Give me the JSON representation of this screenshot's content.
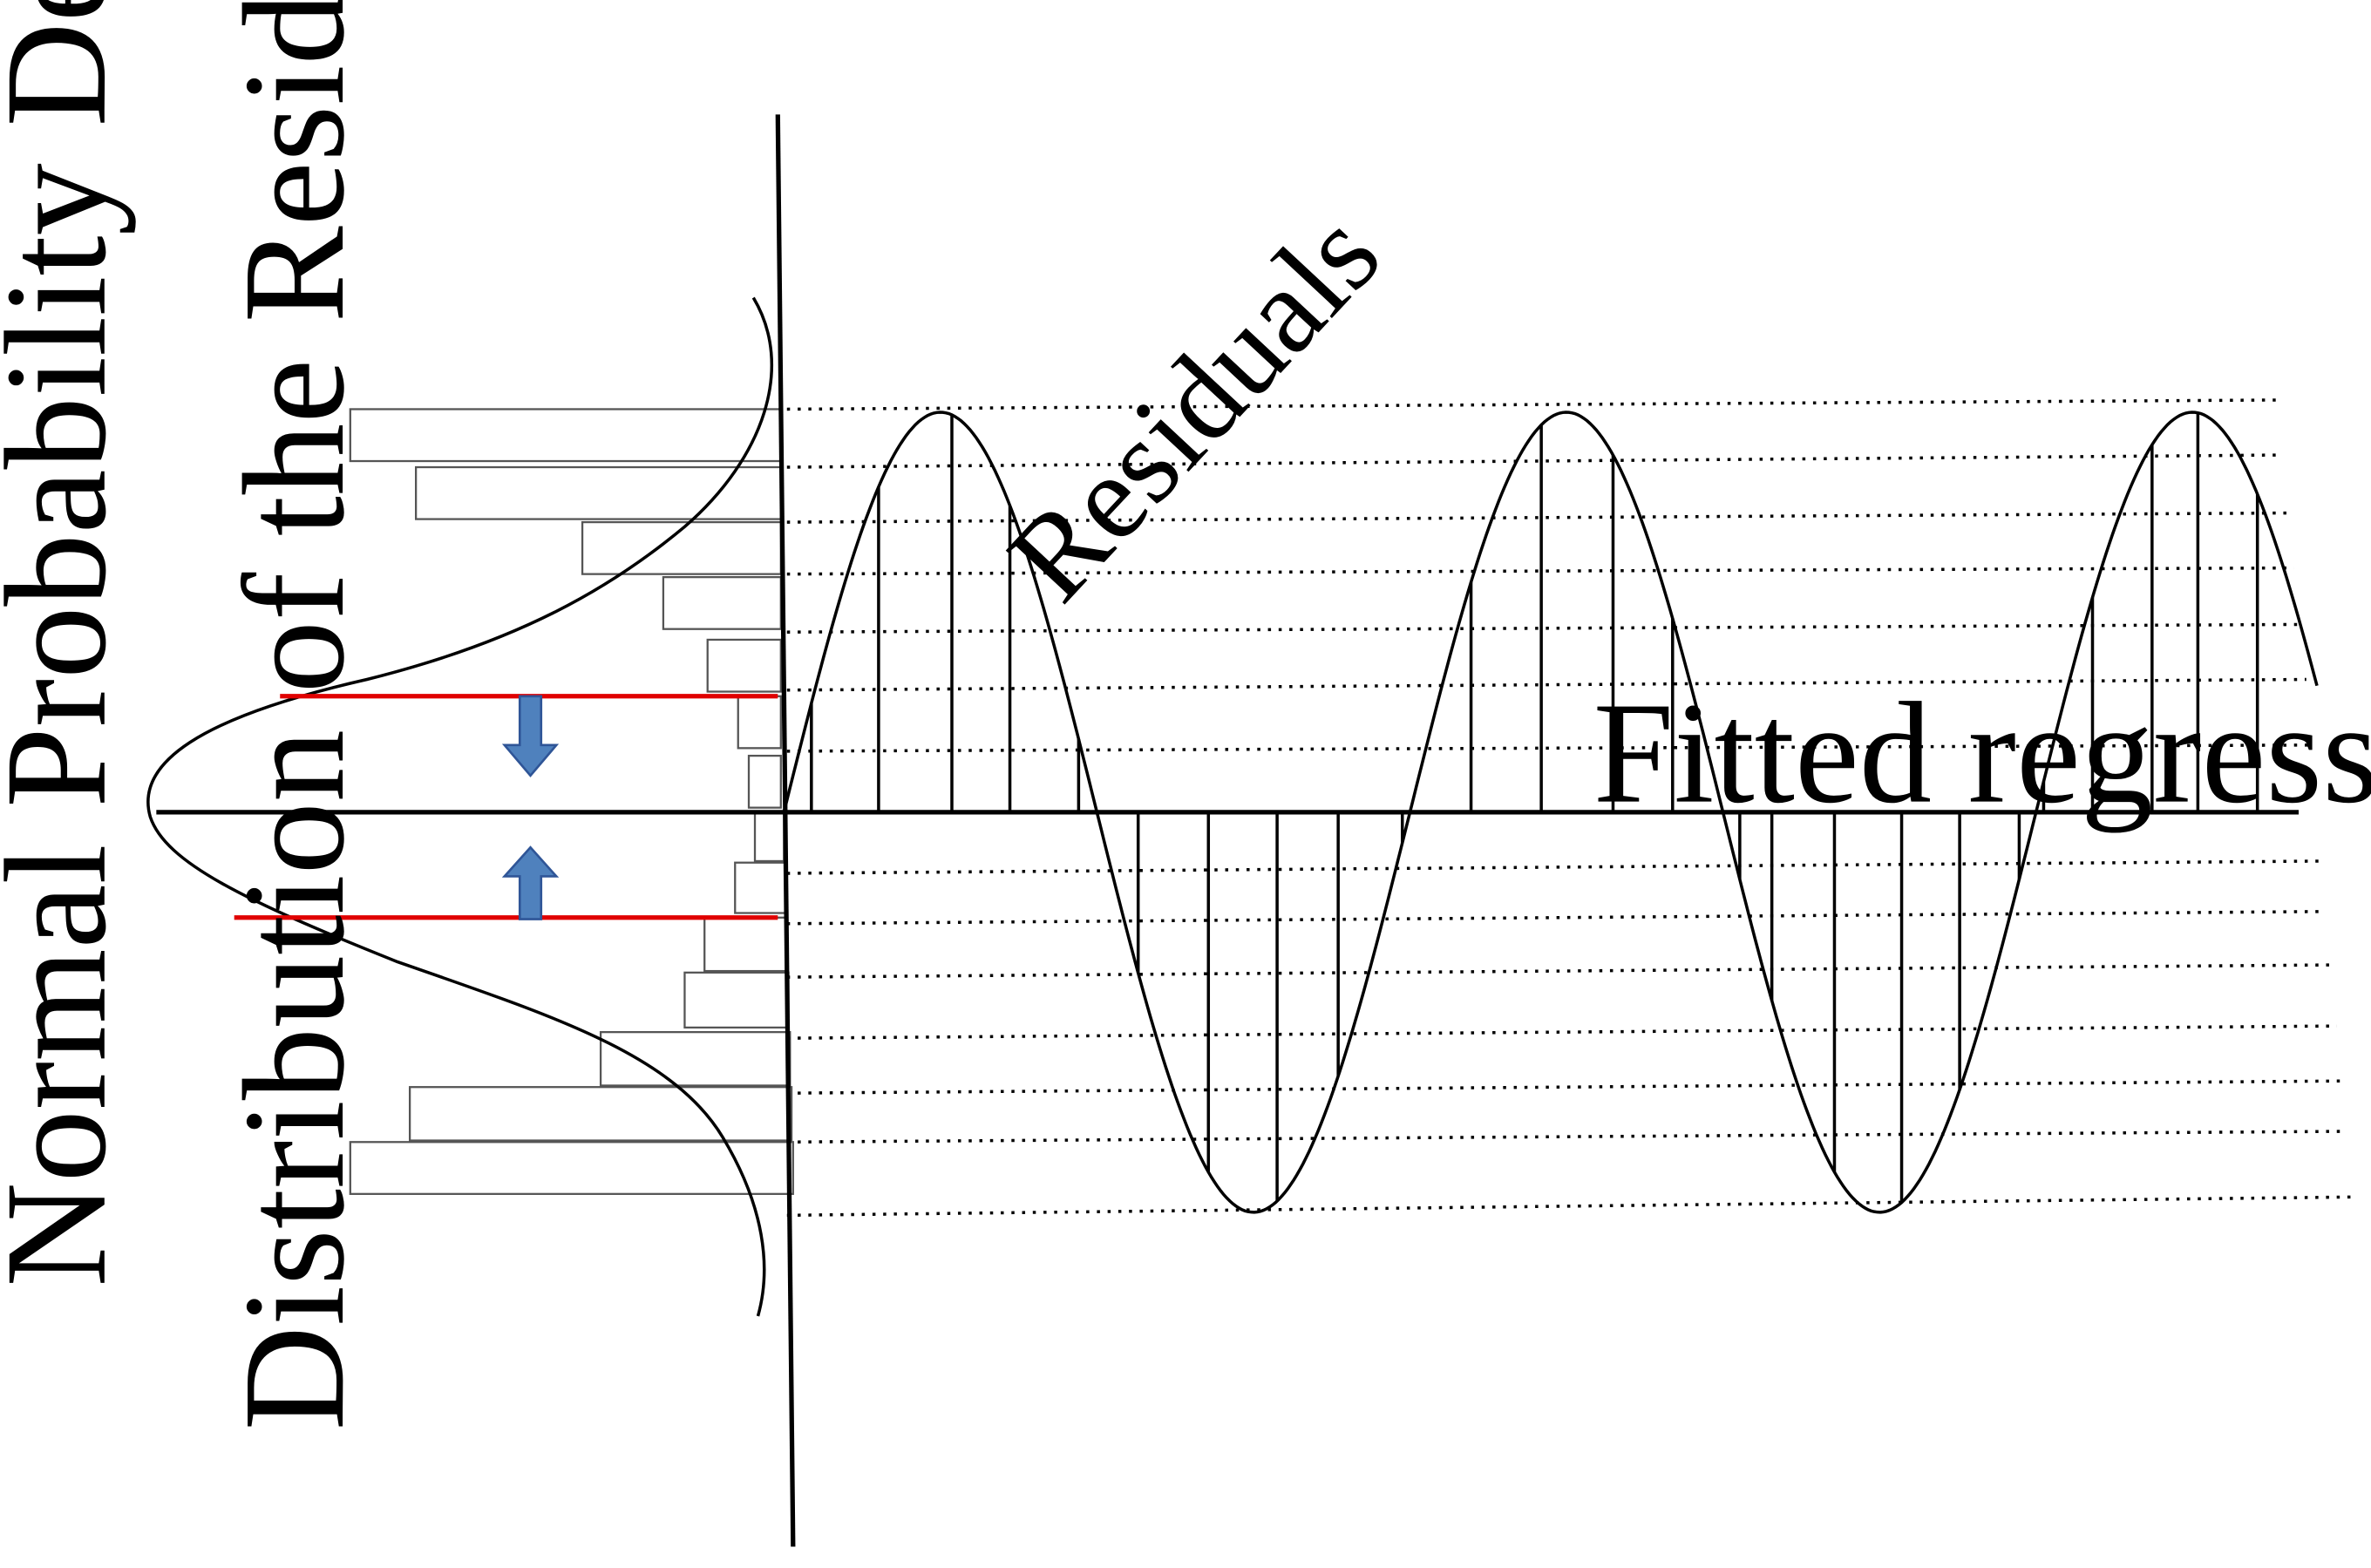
{
  "labels": {
    "normal_density": "Normal Probability Density",
    "distribution": "Distribution of the Residual frequencies",
    "residuals": "Residuals",
    "fitted_line": "Fitted regression line"
  },
  "colors": {
    "ink": "#000000",
    "red_line": "#e00000",
    "arrow_fill": "#4f81bd",
    "arrow_stroke": "#2f5597"
  }
}
